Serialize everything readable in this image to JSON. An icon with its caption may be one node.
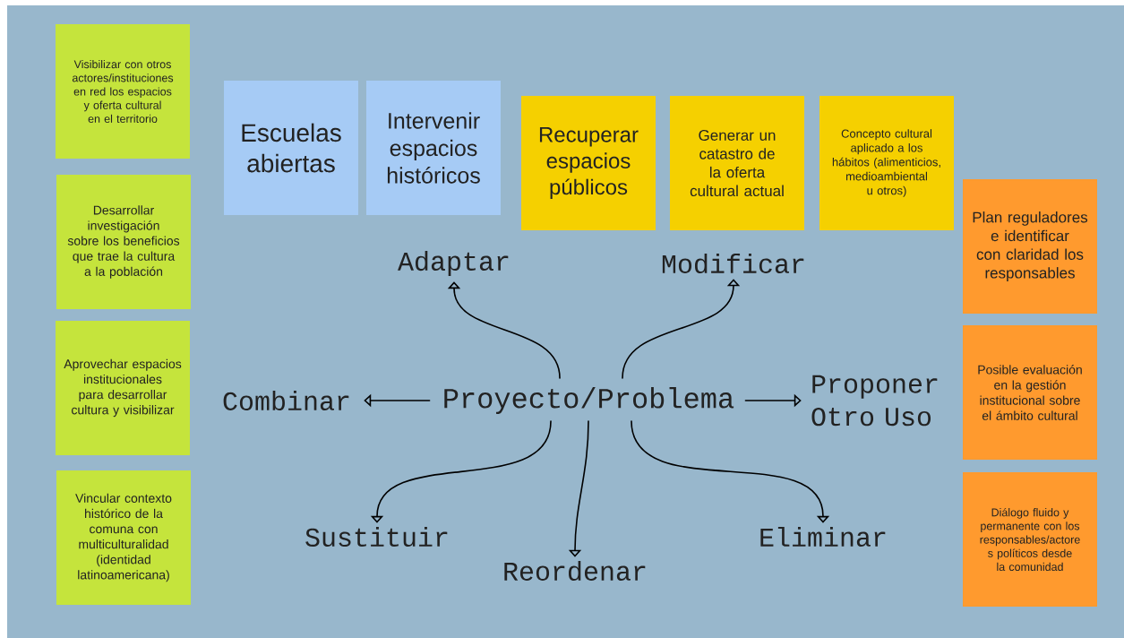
{
  "diagram": {
    "nodes": [
      {
        "text": [
          "Visibilizar con otros actores/instituciones en red los espacios y oferta cultural en el territorio"
        ]
      },
      {
        "text": [
          "Desarrollar investigación sobre los beneficios que trae la cultura a la población"
        ]
      },
      {
        "text": [
          "Aprovechar espacios institucionales para desarrollar cultura y visibilizar"
        ]
      },
      {
        "text": [
          "Vincular contexto histórico de la comuna con multiculturalidad (identidad latinoamericana)"
        ]
      },
      {
        "text": [
          "Escuelas abiertas"
        ]
      },
      {
        "text": [
          "Intervenir espacios históricos"
        ]
      },
      {
        "text": [
          "Recuperar espacios públicos"
        ]
      },
      {
        "text": [
          "Generar un catastro de la oferta cultural actual"
        ]
      },
      {
        "text": [
          "Concepto cultural aplicado a los hábitos (alimenticios, medioambiental u otros)"
        ]
      },
      {
        "text": [
          "Plan reguladores e identificar con claridad los responsables"
        ]
      },
      {
        "text": [
          "Posible evaluación en la gestión institucional sobre el ámbito cultural"
        ]
      },
      {
        "text": [
          "Diálogo fluido y permanente con los responsables/actore s políticos desde la comunidad"
        ]
      },
      {
        "text": [
          "Adaptar"
        ]
      },
      {
        "text": [
          "Modificar"
        ]
      },
      {
        "text": [
          "Combinar"
        ]
      },
      {
        "text": [
          "Proyecto/Problema"
        ]
      },
      {
        "text": [
          "Proponer Otro Uso"
        ]
      },
      {
        "text": [
          "Sustituir"
        ]
      },
      {
        "text": [
          "Reordenar"
        ]
      },
      {
        "text": [
          "Eliminar"
        ]
      }
    ],
    "edges": [
      {
        "from": 15,
        "to": 12,
        "arrow": "to"
      },
      {
        "from": 15,
        "to": 13,
        "arrow": "to"
      },
      {
        "from": 15,
        "to": 14,
        "arrow": "to"
      },
      {
        "from": 15,
        "to": 16,
        "arrow": "to"
      },
      {
        "from": 15,
        "to": 17,
        "arrow": "to"
      },
      {
        "from": 15,
        "to": 18,
        "arrow": "to"
      },
      {
        "from": 15,
        "to": 19,
        "arrow": "to"
      }
    ]
  }
}
